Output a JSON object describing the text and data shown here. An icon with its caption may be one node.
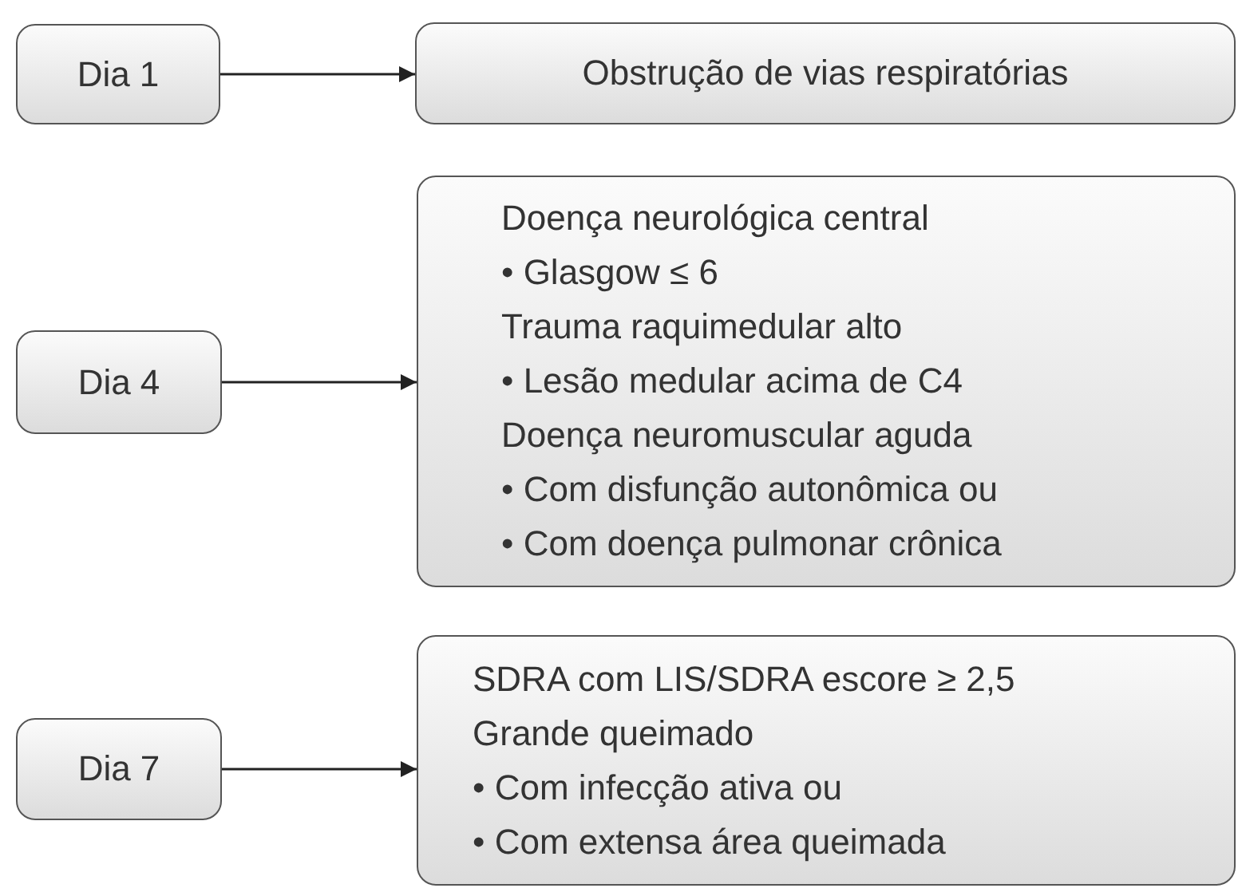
{
  "diagram": {
    "nodes": [
      {
        "text": [
          "Dia 1"
        ]
      },
      {
        "text": [
          "Obstrução de vias respiratórias"
        ]
      },
      {
        "text": [
          "Dia 4"
        ]
      },
      {
        "text": [
          "Doença neurológica central",
          "• Glasgow ≤ 6",
          "Trauma raquimedular alto",
          "• Lesão medular acima de C4",
          "Doença neuromuscular aguda",
          "• Com disfunção autonômica ou",
          "• Com doença pulmonar crônica"
        ]
      },
      {
        "text": [
          "Dia 7"
        ]
      },
      {
        "text": [
          "SDRA com LIS/SDRA escore ≥ 2,5",
          "Grande queimado",
          "• Com infecção ativa ou",
          "• Com extensa área queimada"
        ]
      }
    ],
    "edges": [
      {
        "from": 0,
        "to": 1,
        "arrow": "to"
      },
      {
        "from": 2,
        "to": 3,
        "arrow": "to"
      },
      {
        "from": 4,
        "to": 5,
        "arrow": "to"
      }
    ]
  }
}
